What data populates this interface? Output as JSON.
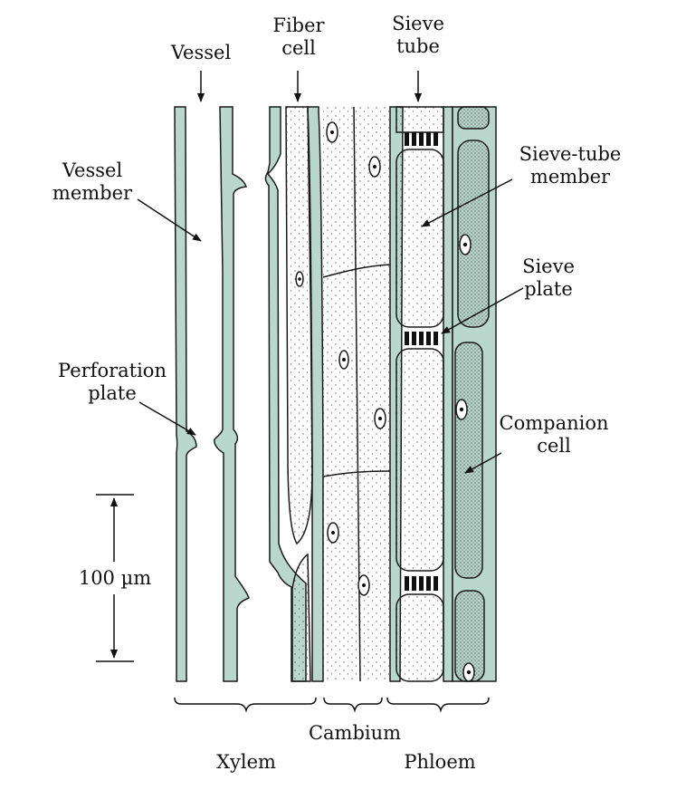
{
  "labels": {
    "vessel": "Vessel",
    "fiber_cell": [
      "Fiber",
      "cell"
    ],
    "sieve_tube": [
      "Sieve",
      "tube"
    ],
    "vessel_member": [
      "Vessel",
      "member"
    ],
    "sieve_tube_member": [
      "Sieve-tube",
      "member"
    ],
    "sieve_plate": [
      "Sieve",
      "plate"
    ],
    "perforation_plate": [
      "Perforation",
      "plate"
    ],
    "companion_cell": [
      "Companion",
      "cell"
    ],
    "scale": "100 µm",
    "cambium": "Cambium",
    "xylem": "Xylem",
    "phloem": "Phloem"
  },
  "colors": {
    "cell_wall": "#b9d7cc",
    "outline": "#1a1a1a",
    "background": "#ffffff"
  }
}
